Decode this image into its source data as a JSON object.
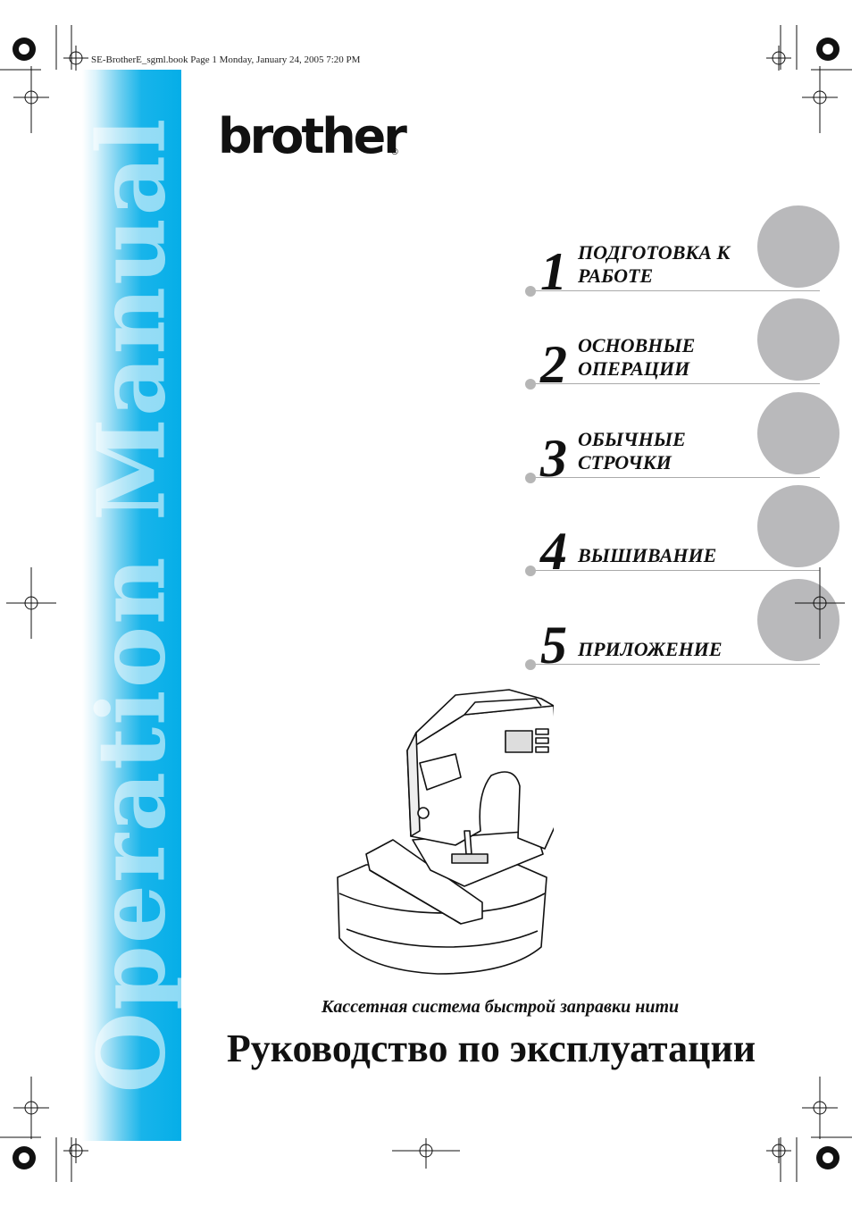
{
  "header": {
    "text": "SE-BrotherE_sgml.book  Page 1  Monday, January 24, 2005  7:20 PM"
  },
  "sidebar": {
    "text": "Operation Manual"
  },
  "brand": {
    "name": "brother",
    "registered": "®"
  },
  "chapters": [
    {
      "number": "1",
      "lines": [
        "ПОДГОТОВКА К",
        "РАБОТЕ"
      ]
    },
    {
      "number": "2",
      "lines": [
        "ОСНОВНЫЕ",
        "ОПЕРАЦИИ"
      ]
    },
    {
      "number": "3",
      "lines": [
        "ОБЫЧНЫЕ",
        "СТРОЧКИ"
      ]
    },
    {
      "number": "4",
      "lines": [
        "ВЫШИВАНИЕ"
      ]
    },
    {
      "number": "5",
      "lines": [
        "ПРИЛОЖЕНИЕ"
      ]
    }
  ],
  "illustration": {
    "icon": "sewing-machine-with-embroidery-unit-icon"
  },
  "subtitle": "Кассетная система быстрой заправки нити",
  "title": "Руководство по эксплуатации",
  "colors": {
    "band": "#05aee8",
    "circle": "#b9b9bb",
    "text": "#111111"
  }
}
